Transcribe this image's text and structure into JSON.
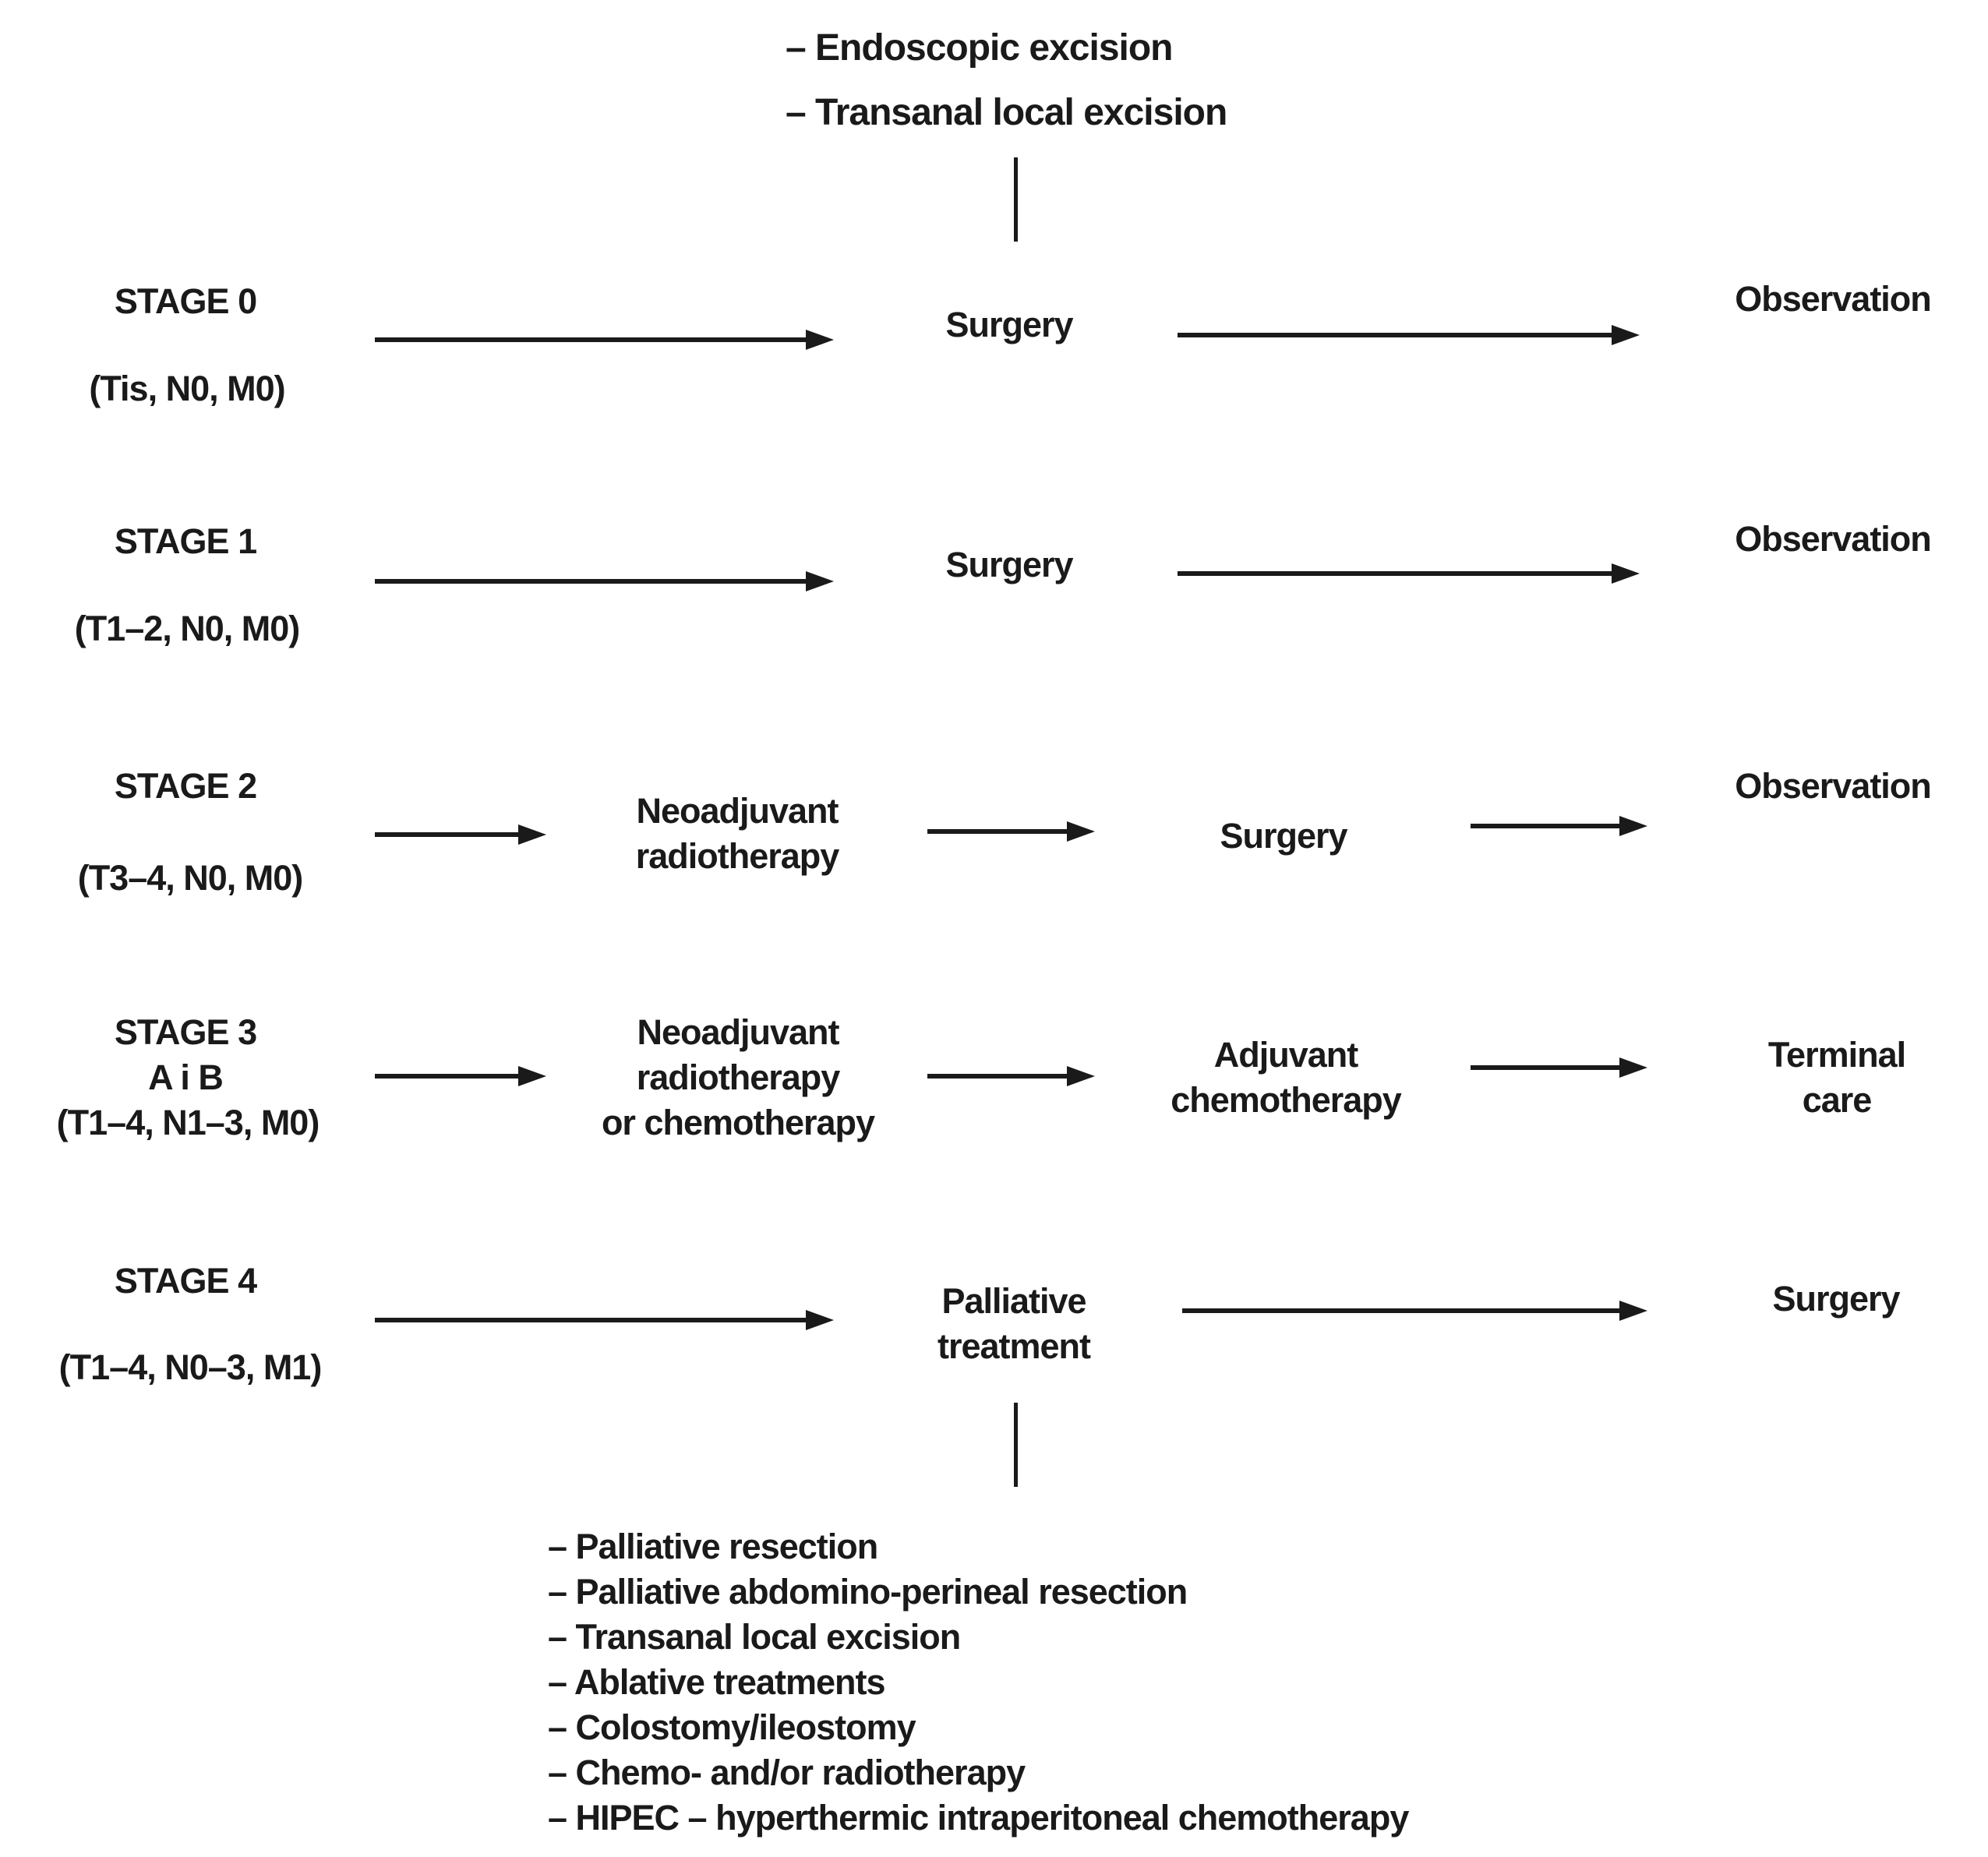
{
  "palette": {
    "ink": "#1a1a1a",
    "background": "#ffffff"
  },
  "top_options": {
    "items": [
      "– Endoscopic excision",
      "– Transanal local excision"
    ]
  },
  "stages": [
    {
      "label": "STAGE 0",
      "tnm": "(Tis, N0, M0)",
      "step1": "Surgery",
      "outcome": "Observation"
    },
    {
      "label": "STAGE 1",
      "tnm": "(T1–2, N0, M0)",
      "step1": "Surgery",
      "outcome": "Observation"
    },
    {
      "label": "STAGE 2",
      "tnm": "(T3–4, N0, M0)",
      "step1": "Neoadjuvant\nradiotherapy",
      "step2": "Surgery",
      "outcome": "Observation"
    },
    {
      "label": "STAGE 3",
      "sublabel": "A i B",
      "tnm": "(T1–4, N1–3, M0)",
      "step1": "Neoadjuvant\nradiotherapy\nor chemotherapy",
      "step2": "Adjuvant\nchemotherapy",
      "outcome": "Terminal care"
    },
    {
      "label": "STAGE 4",
      "tnm": "(T1–4, N0–3, M1)",
      "step1": "Palliative\ntreatment",
      "outcome": "Surgery"
    }
  ],
  "palliative_options": {
    "items": [
      "– Palliative resection",
      "– Palliative abdomino-perineal resection",
      "– Transanal local excision",
      "– Ablative treatments",
      "– Colostomy/ileostomy",
      "– Chemo- and/or radiotherapy",
      "– HIPEC – hyperthermic intraperitoneal chemotherapy"
    ]
  }
}
